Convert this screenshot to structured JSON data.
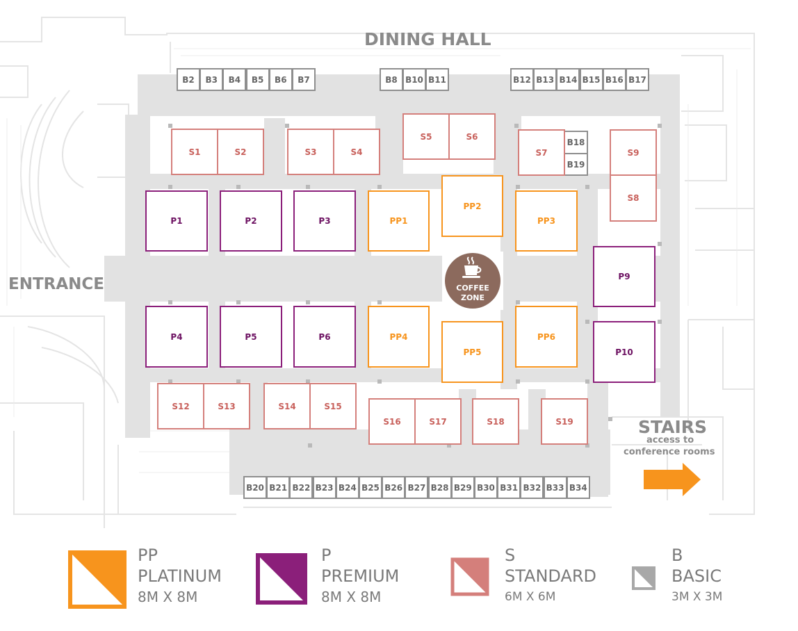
{
  "labels": {
    "dining_hall": "DINING HALL",
    "entrance": "ENTRANCE",
    "stairs": "STAIRS",
    "stairs_sub1": "access to",
    "stairs_sub2": "conference rooms",
    "coffee_line1": "COFFEE",
    "coffee_line2": "ZONE"
  },
  "colors": {
    "platinum": "#f7941d",
    "premium": "#8b1f7a",
    "standard": "#d47f7b",
    "basic": "#8e8e8e",
    "aisle": "#e2e2e2",
    "coffee": "#8c6a5d"
  },
  "booths": {
    "basic": [
      "B2",
      "B3",
      "B4",
      "B5",
      "B6",
      "B7",
      "B8",
      "B10",
      "B11",
      "B12",
      "B13",
      "B14",
      "B15",
      "B16",
      "B17",
      "B18",
      "B19",
      "B20",
      "B21",
      "B22",
      "B23",
      "B24",
      "B25",
      "B26",
      "B27",
      "B28",
      "B29",
      "B30",
      "B31",
      "B32",
      "B33",
      "B34"
    ],
    "standard": [
      "S1",
      "S2",
      "S3",
      "S4",
      "S5",
      "S6",
      "S7",
      "S8",
      "S9",
      "S12",
      "S13",
      "S14",
      "S15",
      "S16",
      "S17",
      "S18",
      "S19"
    ],
    "premium": [
      "P1",
      "P2",
      "P3",
      "P4",
      "P5",
      "P6",
      "P9",
      "P10"
    ],
    "platinum": [
      "PP1",
      "PP2",
      "PP3",
      "PP4",
      "PP5",
      "PP6"
    ]
  },
  "legend": [
    {
      "code": "PP",
      "name": "PLATINUM",
      "size": "8M X 8M",
      "color": "#f7941d",
      "icon": "triangle-split-icon"
    },
    {
      "code": "P",
      "name": "PREMIUM",
      "size": "8M X 8M",
      "color": "#8b1f7a",
      "icon": "triangle-split-icon"
    },
    {
      "code": "S",
      "name": "STANDARD",
      "size": "6M X 6M",
      "color": "#d47f7b",
      "icon": "triangle-split-icon"
    },
    {
      "code": "B",
      "name": "BASIC",
      "size": "3M X 3M",
      "color": "#a8a8a8",
      "icon": "triangle-split-icon"
    }
  ]
}
